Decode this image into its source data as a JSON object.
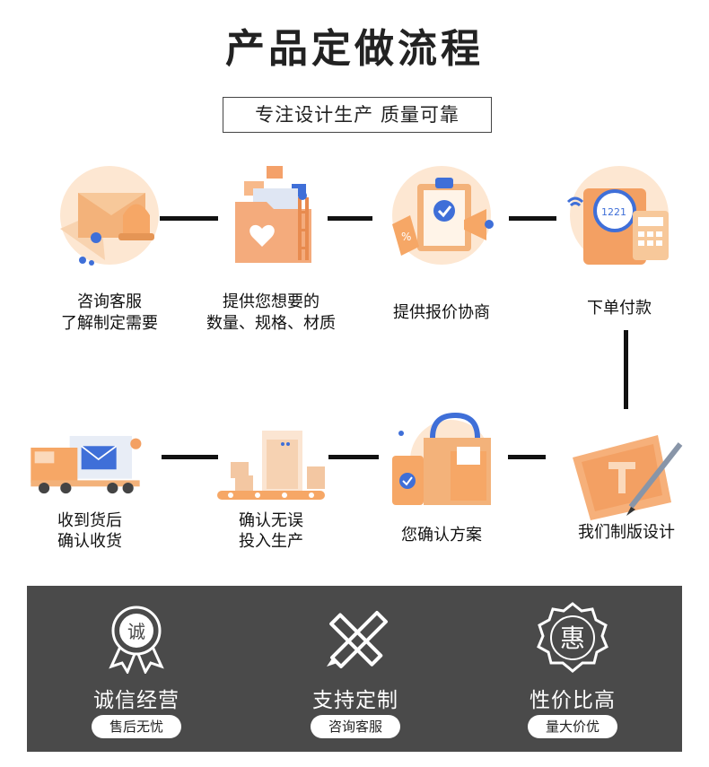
{
  "title": "产品定做流程",
  "subtitle": "专注设计生产  质量可靠",
  "steps": [
    {
      "line1": "咨询客服",
      "line2": "了解制定需要",
      "icon": "envelope-bell-icon"
    },
    {
      "line1": "提供您想要的",
      "line2": "数量、规格、材质",
      "icon": "folder-documents-icon"
    },
    {
      "line1": "提供报价协商",
      "line2": "",
      "icon": "clipboard-price-icon"
    },
    {
      "line1": "下单付款",
      "line2": "",
      "icon": "payment-terminal-icon"
    },
    {
      "line1": "我们制版设计",
      "line2": "",
      "icon": "blueprint-pen-icon"
    },
    {
      "line1": "您确认方案",
      "line2": "",
      "icon": "shopping-bag-icon"
    },
    {
      "line1": "确认无误",
      "line2": "投入生产",
      "icon": "factory-conveyor-icon"
    },
    {
      "line1": "收到货后",
      "line2": "确认收货",
      "icon": "delivery-truck-icon"
    }
  ],
  "features": [
    {
      "icon_char": "诚",
      "name": "诚信经营",
      "badge": "售后无忧",
      "icon": "integrity-medal-icon"
    },
    {
      "name": "支持定制",
      "badge": "咨询客服",
      "icon": "pencil-ruler-icon"
    },
    {
      "icon_char": "惠",
      "name": "性价比高",
      "badge": "量大价优",
      "icon": "discount-seal-icon"
    }
  ],
  "colors": {
    "accent_orange": "#f0a35a",
    "accent_blue": "#3f6fd8",
    "dark_panel": "#4a4a4a"
  }
}
